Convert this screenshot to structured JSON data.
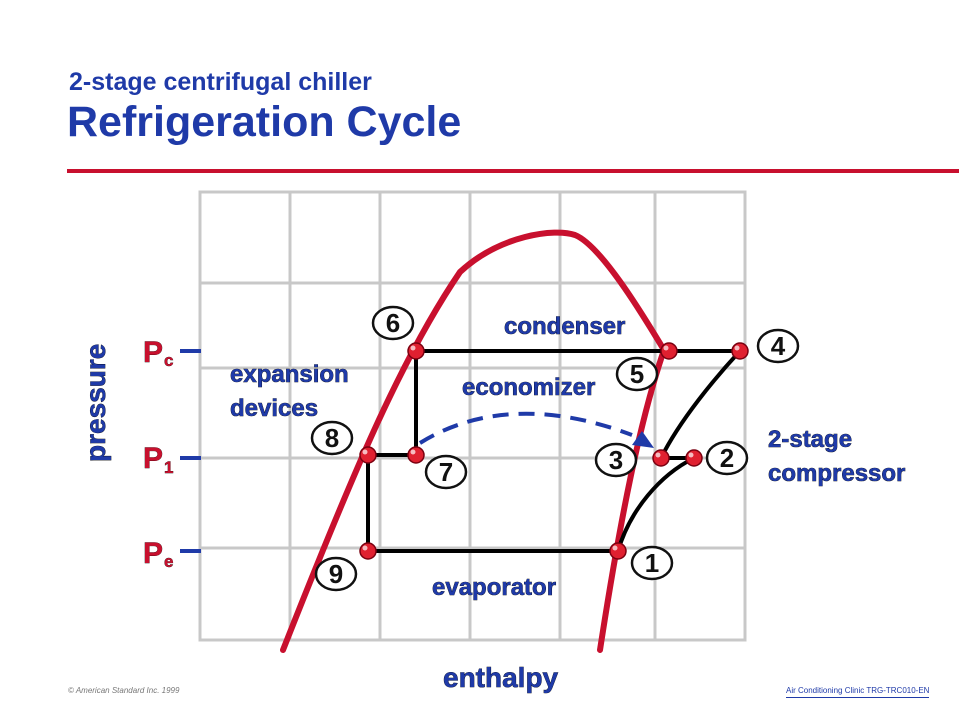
{
  "header": {
    "subtitle": "2-stage centrifugal chiller",
    "title": "Refrigeration Cycle"
  },
  "axes": {
    "y_label": "pressure",
    "x_label": "enthalpy"
  },
  "pressure_levels": {
    "pc": {
      "main": "P",
      "sub": "c"
    },
    "p1": {
      "main": "P",
      "sub": "1"
    },
    "pe": {
      "main": "P",
      "sub": "e"
    }
  },
  "regions": {
    "condenser": "condenser",
    "economizer": "economizer",
    "evaporator": "evaporator",
    "expansion_line1": "expansion",
    "expansion_line2": "devices",
    "compressor_line1": "2-stage",
    "compressor_line2": "compressor"
  },
  "state_points": [
    "1",
    "2",
    "3",
    "4",
    "5",
    "6",
    "7",
    "8",
    "9"
  ],
  "colors": {
    "accent": "#c8102e",
    "text": "#1f3aa8",
    "grid": "#c8c8c8"
  },
  "footer": {
    "copyright": "© American Standard Inc. 1999",
    "course": "Air Conditioning Clinic TRG-TRC010-EN"
  }
}
